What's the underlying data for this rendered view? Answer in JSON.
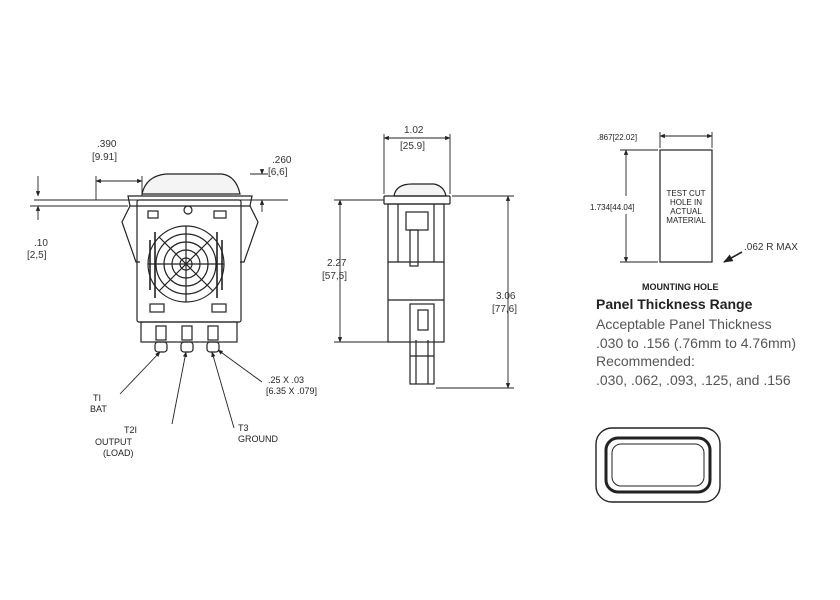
{
  "front_view": {
    "dims": {
      "actuator_offset": ".390",
      "actuator_offset_mm": "9.91",
      "actuator_height": ".260",
      "actuator_height_mm": "6,6",
      "flange": ".10",
      "flange_mm": "2,5"
    },
    "terminals": {
      "t1": "TI",
      "t1_desc": "BAT",
      "t2": "T2I",
      "t2_desc": "OUTPUT",
      "t2_desc2": "(LOAD)",
      "t3": "T3",
      "t3_desc": "GROUND",
      "size": ".25 X .03",
      "size_mm": "[6.35 X .079]"
    }
  },
  "side_view": {
    "width": "1.02",
    "width_mm": "25.9",
    "body_height": "2.27",
    "body_height_mm": "57,5",
    "total_height": "3.06",
    "total_height_mm": "77,6"
  },
  "mounting_hole": {
    "width": ".867[22.02]",
    "height": "1.734[44.04]",
    "test_cut_lines": [
      "TEST CUT",
      "HOLE IN",
      "ACTUAL",
      "MATERIAL"
    ],
    "radius": ".062 R MAX",
    "label": "MOUNTING HOLE"
  },
  "panel": {
    "title": "Panel Thickness Range",
    "acceptable_label": "Acceptable Panel Thickness",
    "acceptable_range": ".030 to .156 (.76mm to 4.76mm)",
    "recommended_label": "Recommended:",
    "recommended_values": ".030, .062, .093, .125, and .156"
  }
}
